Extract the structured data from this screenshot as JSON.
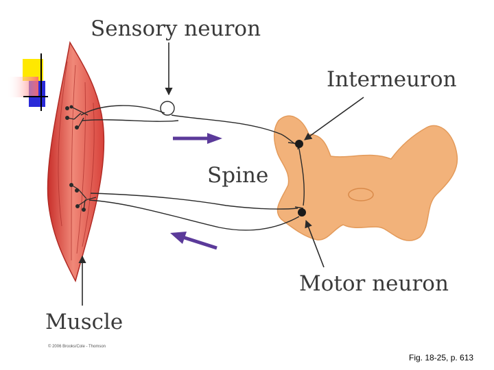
{
  "labels": {
    "sensory_neuron": "Sensory neuron",
    "interneuron": "Interneuron",
    "spine": "Spine",
    "motor_neuron": "Motor neuron",
    "muscle": "Muscle"
  },
  "copyright": "© 2006 Brooks/Cole - Thomson",
  "figure_reference": "Fig. 18-25, p. 613",
  "colors": {
    "muscle": "#e8625a",
    "spine": "#f2b27a",
    "arrow": "#5b3a9a",
    "decor_yellow": "#ffe800",
    "decor_blue": "#2a2ad8",
    "decor_red": "#ff3b3b"
  }
}
